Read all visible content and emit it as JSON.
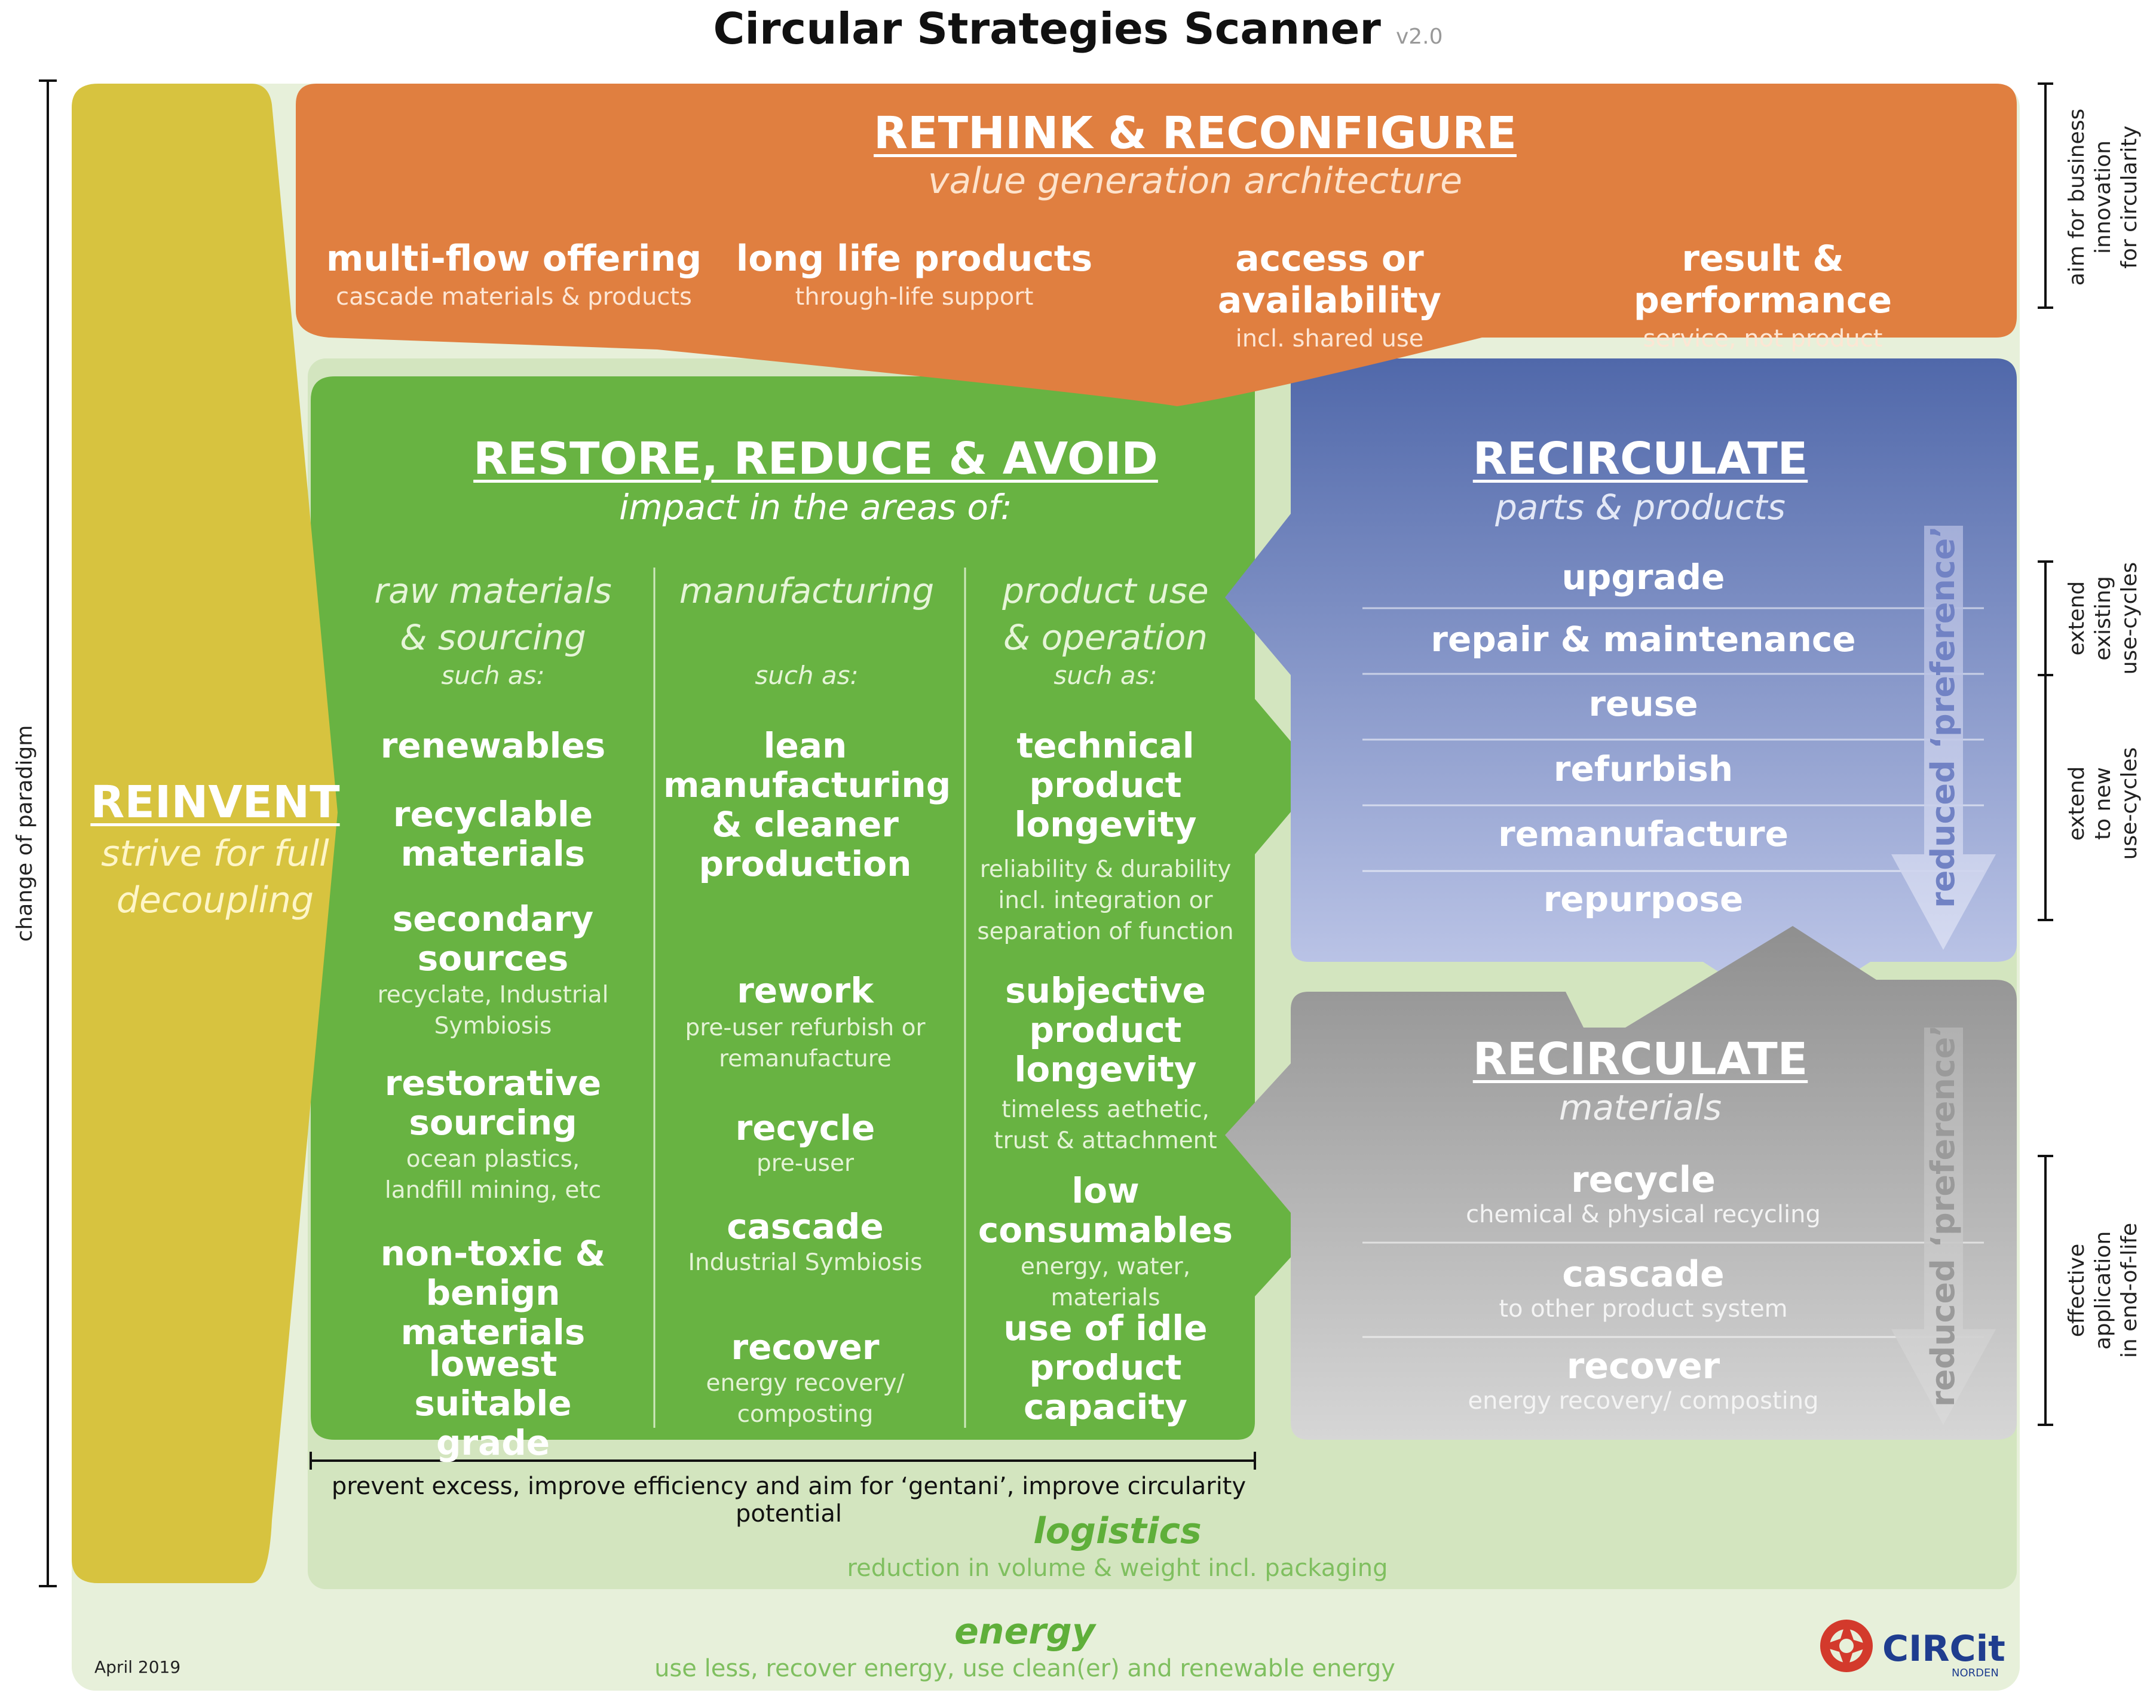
{
  "title": {
    "main": "Circular Strategies Scanner",
    "version": "v2.0"
  },
  "colors": {
    "orange": "#e07f40",
    "green": "#6ab446",
    "blue_top": "#5a72b0",
    "blue_bottom": "#b9c3e6",
    "grey": "#9c9c9c",
    "yellow": "#d7c33f",
    "pale_green": "#d5e6c1"
  },
  "rethink": {
    "title": "RETHINK & RECONFIGURE",
    "subtitle": "value generation architecture",
    "items": [
      {
        "label": "multi-flow offering",
        "sub": "cascade materials & products"
      },
      {
        "label": "long life products",
        "sub": "through-life support"
      },
      {
        "label": "access or availability",
        "sub": "incl. shared use"
      },
      {
        "label": "result & performance",
        "sub": "service, not product"
      }
    ]
  },
  "restore": {
    "title": "RESTORE, REDUCE & AVOID",
    "subtitle": "impact in the areas of:",
    "columns": [
      {
        "head1": "raw materials",
        "head2": "& sourcing",
        "such": "such as:"
      },
      {
        "head1": "manufacturing",
        "head2": "",
        "such": "such as:"
      },
      {
        "head1": "product use",
        "head2": "& operation",
        "such": "such as:"
      }
    ],
    "col1": {
      "i1": "renewables",
      "i2": "recyclable materials",
      "i3": "secondary sources",
      "i3s": "recyclate, Industrial Symbiosis",
      "i4": "restorative sourcing",
      "i4s": "ocean plastics, landfill mining, etc",
      "i5": "non-toxic & benign materials",
      "i6": "lowest suitable grade"
    },
    "col2": {
      "i1": "lean manufacturing & cleaner production",
      "i2": "rework",
      "i2s": "pre-user refurbish or remanufacture",
      "i3": "recycle",
      "i3s": "pre-user",
      "i4": "cascade",
      "i4s": "Industrial Symbiosis",
      "i5": "recover",
      "i5s": "energy recovery/ composting"
    },
    "col3": {
      "i1": "technical product longevity",
      "i1s": "reliability & durability incl. integration or separation of function",
      "i2": "subjective product longevity",
      "i2s": "timeless aethetic, trust & attachment",
      "i3": "low consumables",
      "i3s": "energy, water, materials",
      "i4": "use of idle product capacity"
    }
  },
  "recirc_parts": {
    "title": "RECIRCULATE",
    "subtitle": "parts & products",
    "items": [
      "upgrade",
      "repair & maintenance",
      "reuse",
      "refurbish",
      "remanufacture",
      "repurpose"
    ],
    "arrow_label": "reduced ‘preference’"
  },
  "recirc_materials": {
    "title": "RECIRCULATE",
    "subtitle": "materials",
    "items": [
      {
        "label": "recycle",
        "sub": "chemical & physical recycling"
      },
      {
        "label": "cascade",
        "sub": "to other product system"
      },
      {
        "label": "recover",
        "sub": "energy recovery/ composting"
      }
    ],
    "arrow_label": "reduced ‘preference’"
  },
  "reinvent": {
    "title": "REINVENT",
    "subtitle": "strive for full decoupling"
  },
  "side_labels": {
    "left": "change of paradigm",
    "right_top": [
      "aim for business",
      "innovation",
      "for circularity"
    ],
    "right_mid1": [
      "extend",
      "existing",
      "use-cycles"
    ],
    "right_mid2": [
      "extend",
      "to new",
      "use-cycles"
    ],
    "right_bottom": [
      "effective",
      "application",
      "in end-of-life"
    ]
  },
  "bottom": {
    "bracket_note": "prevent excess, improve efficiency and aim for ‘gentani’, improve circularity potential",
    "logistics_title": "logistics",
    "logistics_sub": "reduction in volume & weight incl. packaging",
    "energy_title": "energy",
    "energy_sub": "use less, recover energy, use clean(er) and renewable energy",
    "date": "April 2019",
    "logo": "CIRCit",
    "logo_sub": "NORDEN"
  }
}
